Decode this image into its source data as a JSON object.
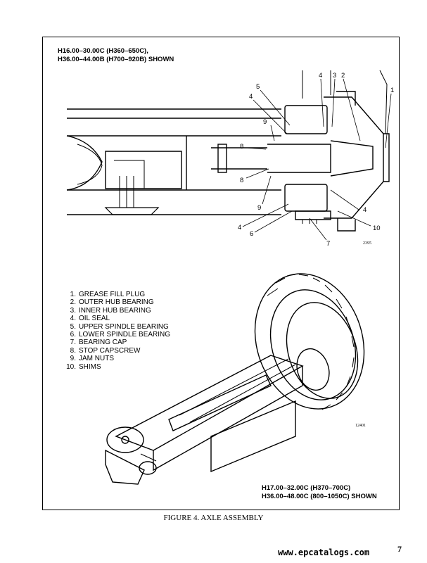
{
  "figure": {
    "shown_top": [
      "H16.00–30.00C (H360–650C),",
      "H36.00–44.00B (H700–920B) SHOWN"
    ],
    "shown_bottom": [
      "H17.00–32.00C (H370–700C)",
      "H36.00–48.00C  (800–1050C) SHOWN"
    ],
    "caption": "FIGURE 4. AXLE ASSEMBLY",
    "image_number_top": "2395",
    "image_number_bottom": "12401"
  },
  "legend": [
    {
      "num": "1.",
      "label": "GREASE FILL PLUG"
    },
    {
      "num": "2.",
      "label": "OUTER HUB BEARING"
    },
    {
      "num": "3.",
      "label": "INNER HUB BEARING"
    },
    {
      "num": "4.",
      "label": "OIL SEAL"
    },
    {
      "num": "5.",
      "label": "UPPER SPINDLE BEARING"
    },
    {
      "num": "6.",
      "label": "LOWER SPINDLE BEARING"
    },
    {
      "num": "7.",
      "label": "BEARING CAP"
    },
    {
      "num": "8.",
      "label": "STOP CAPSCREW"
    },
    {
      "num": "9.",
      "label": "JAM NUTS"
    },
    {
      "num": "10.",
      "label": "SHIMS"
    }
  ],
  "callouts": {
    "c4a": "4",
    "c3": "3",
    "c2": "2",
    "c1": "1",
    "c5": "5",
    "c4b": "4",
    "c9a": "9",
    "c8a": "8",
    "c8b": "8",
    "c9b": "9",
    "c4c": "4",
    "c10": "10",
    "c4d": "4",
    "c6": "6",
    "c7": "7"
  },
  "footer": {
    "website": "www.epcatalogs.com",
    "page_number": "7"
  }
}
